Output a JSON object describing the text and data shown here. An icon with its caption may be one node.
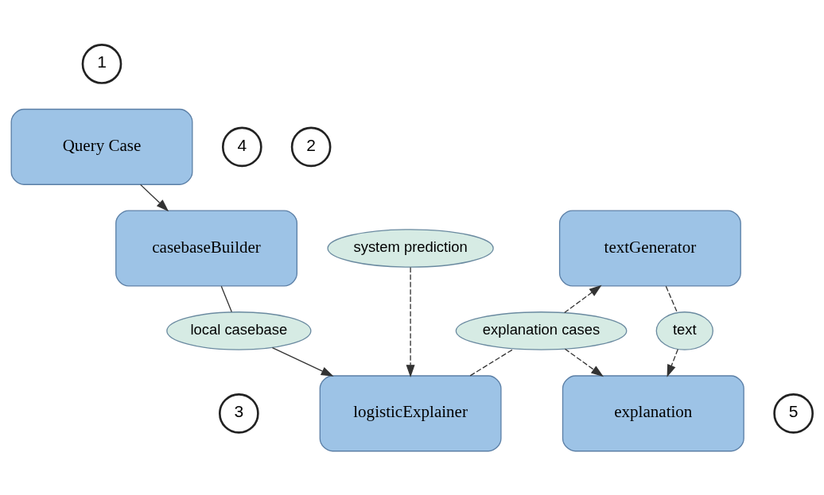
{
  "diagram": {
    "nodes": [
      {
        "text": [
          "1"
        ]
      },
      {
        "text": [
          "Query Case"
        ]
      },
      {
        "text": [
          "2"
        ]
      },
      {
        "text": [
          "casebaseBuilder"
        ]
      },
      {
        "text": [
          "system prediction"
        ]
      },
      {
        "text": [
          "local casebase"
        ]
      },
      {
        "text": [
          "3"
        ]
      },
      {
        "text": [
          "logisticExplainer"
        ]
      },
      {
        "text": [
          "4"
        ]
      },
      {
        "text": [
          "textGenerator"
        ]
      },
      {
        "text": [
          "text"
        ]
      },
      {
        "text": [
          "explanation cases"
        ]
      },
      {
        "text": [
          "5"
        ]
      },
      {
        "text": [
          "explanation"
        ]
      }
    ],
    "edges": [
      {
        "from": 1,
        "to": 3,
        "arrow": "to"
      },
      {
        "from": 3,
        "to": 5,
        "arrow": "none"
      },
      {
        "from": 5,
        "to": 7,
        "arrow": "to"
      },
      {
        "from": 4,
        "to": 7,
        "arrow": "to",
        "style": "dashed"
      },
      {
        "from": 7,
        "to": 11,
        "arrow": "none",
        "style": "dashed"
      },
      {
        "from": 11,
        "to": 9,
        "arrow": "to",
        "style": "dashed"
      },
      {
        "from": 9,
        "to": 10,
        "arrow": "none",
        "style": "dashed"
      },
      {
        "from": 10,
        "to": 13,
        "arrow": "to",
        "style": "dashed"
      },
      {
        "from": 11,
        "to": 13,
        "arrow": "to",
        "style": "dashed"
      }
    ]
  }
}
